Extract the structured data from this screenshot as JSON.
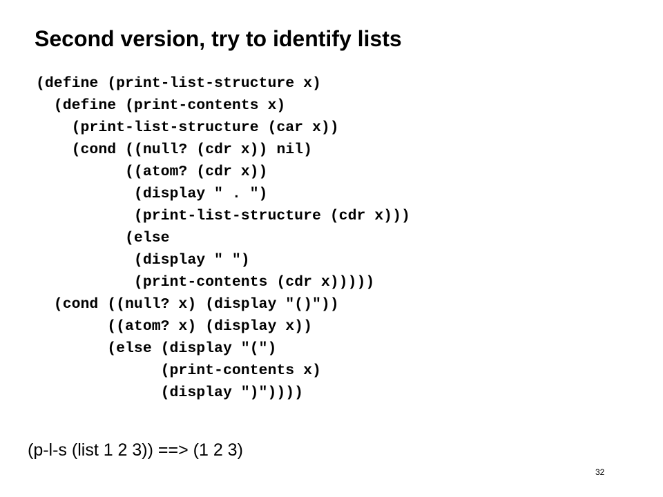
{
  "slide": {
    "title": "Second version, try to identify lists",
    "code_lines": [
      "(define (print-list-structure x)",
      "  (define (print-contents x)",
      "    (print-list-structure (car x))",
      "    (cond ((null? (cdr x)) nil)",
      "          ((atom? (cdr x))",
      "           (display \" . \")",
      "           (print-list-structure (cdr x)))",
      "          (else",
      "           (display \" \")",
      "           (print-contents (cdr x)))))",
      "  (cond ((null? x) (display \"()\"))",
      "        ((atom? x) (display x))",
      "        (else (display \"(\")",
      "              (print-contents x)",
      "              (display \")\"))))"
    ],
    "example": "(p-l-s (list 1 2 3)) ==> (1 2 3)",
    "page_number": "32"
  },
  "colors": {
    "background": "#ffffff",
    "text": "#000000"
  }
}
